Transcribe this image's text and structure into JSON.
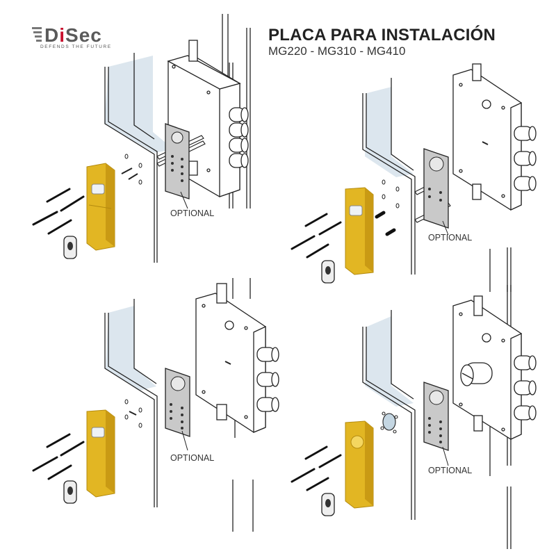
{
  "logo": {
    "brand": "DiSec",
    "brand_parts": [
      "D",
      "i",
      "Sec"
    ],
    "tagline": "DEFENDS THE FUTURE",
    "accent_color": "#c8102e",
    "text_color": "#5a5a5a"
  },
  "header": {
    "title": "PLACA PARA INSTALACIÓN",
    "models": "MG220 - MG310 - MG410"
  },
  "colors": {
    "gold": "#e2b623",
    "gold_dark": "#b38a0f",
    "plate_gray": "#c9c9c9",
    "glass_blue": "#c4d6e2",
    "line": "#222222"
  },
  "panels": [
    {
      "id": "top-left",
      "optional_label": "OPTIONAL",
      "lock_bolts": 4,
      "lock_type": "multi-bolt"
    },
    {
      "id": "top-right",
      "optional_label": "OPTIONAL",
      "lock_bolts": 3,
      "lock_type": "triple-bolt-with-spacers"
    },
    {
      "id": "bottom-left",
      "optional_label": "OPTIONAL",
      "lock_bolts": 3,
      "lock_type": "triple-bolt"
    },
    {
      "id": "bottom-right",
      "optional_label": "OPTIONAL",
      "lock_bolts": 3,
      "lock_type": "triple-bolt-with-cylinder"
    }
  ]
}
